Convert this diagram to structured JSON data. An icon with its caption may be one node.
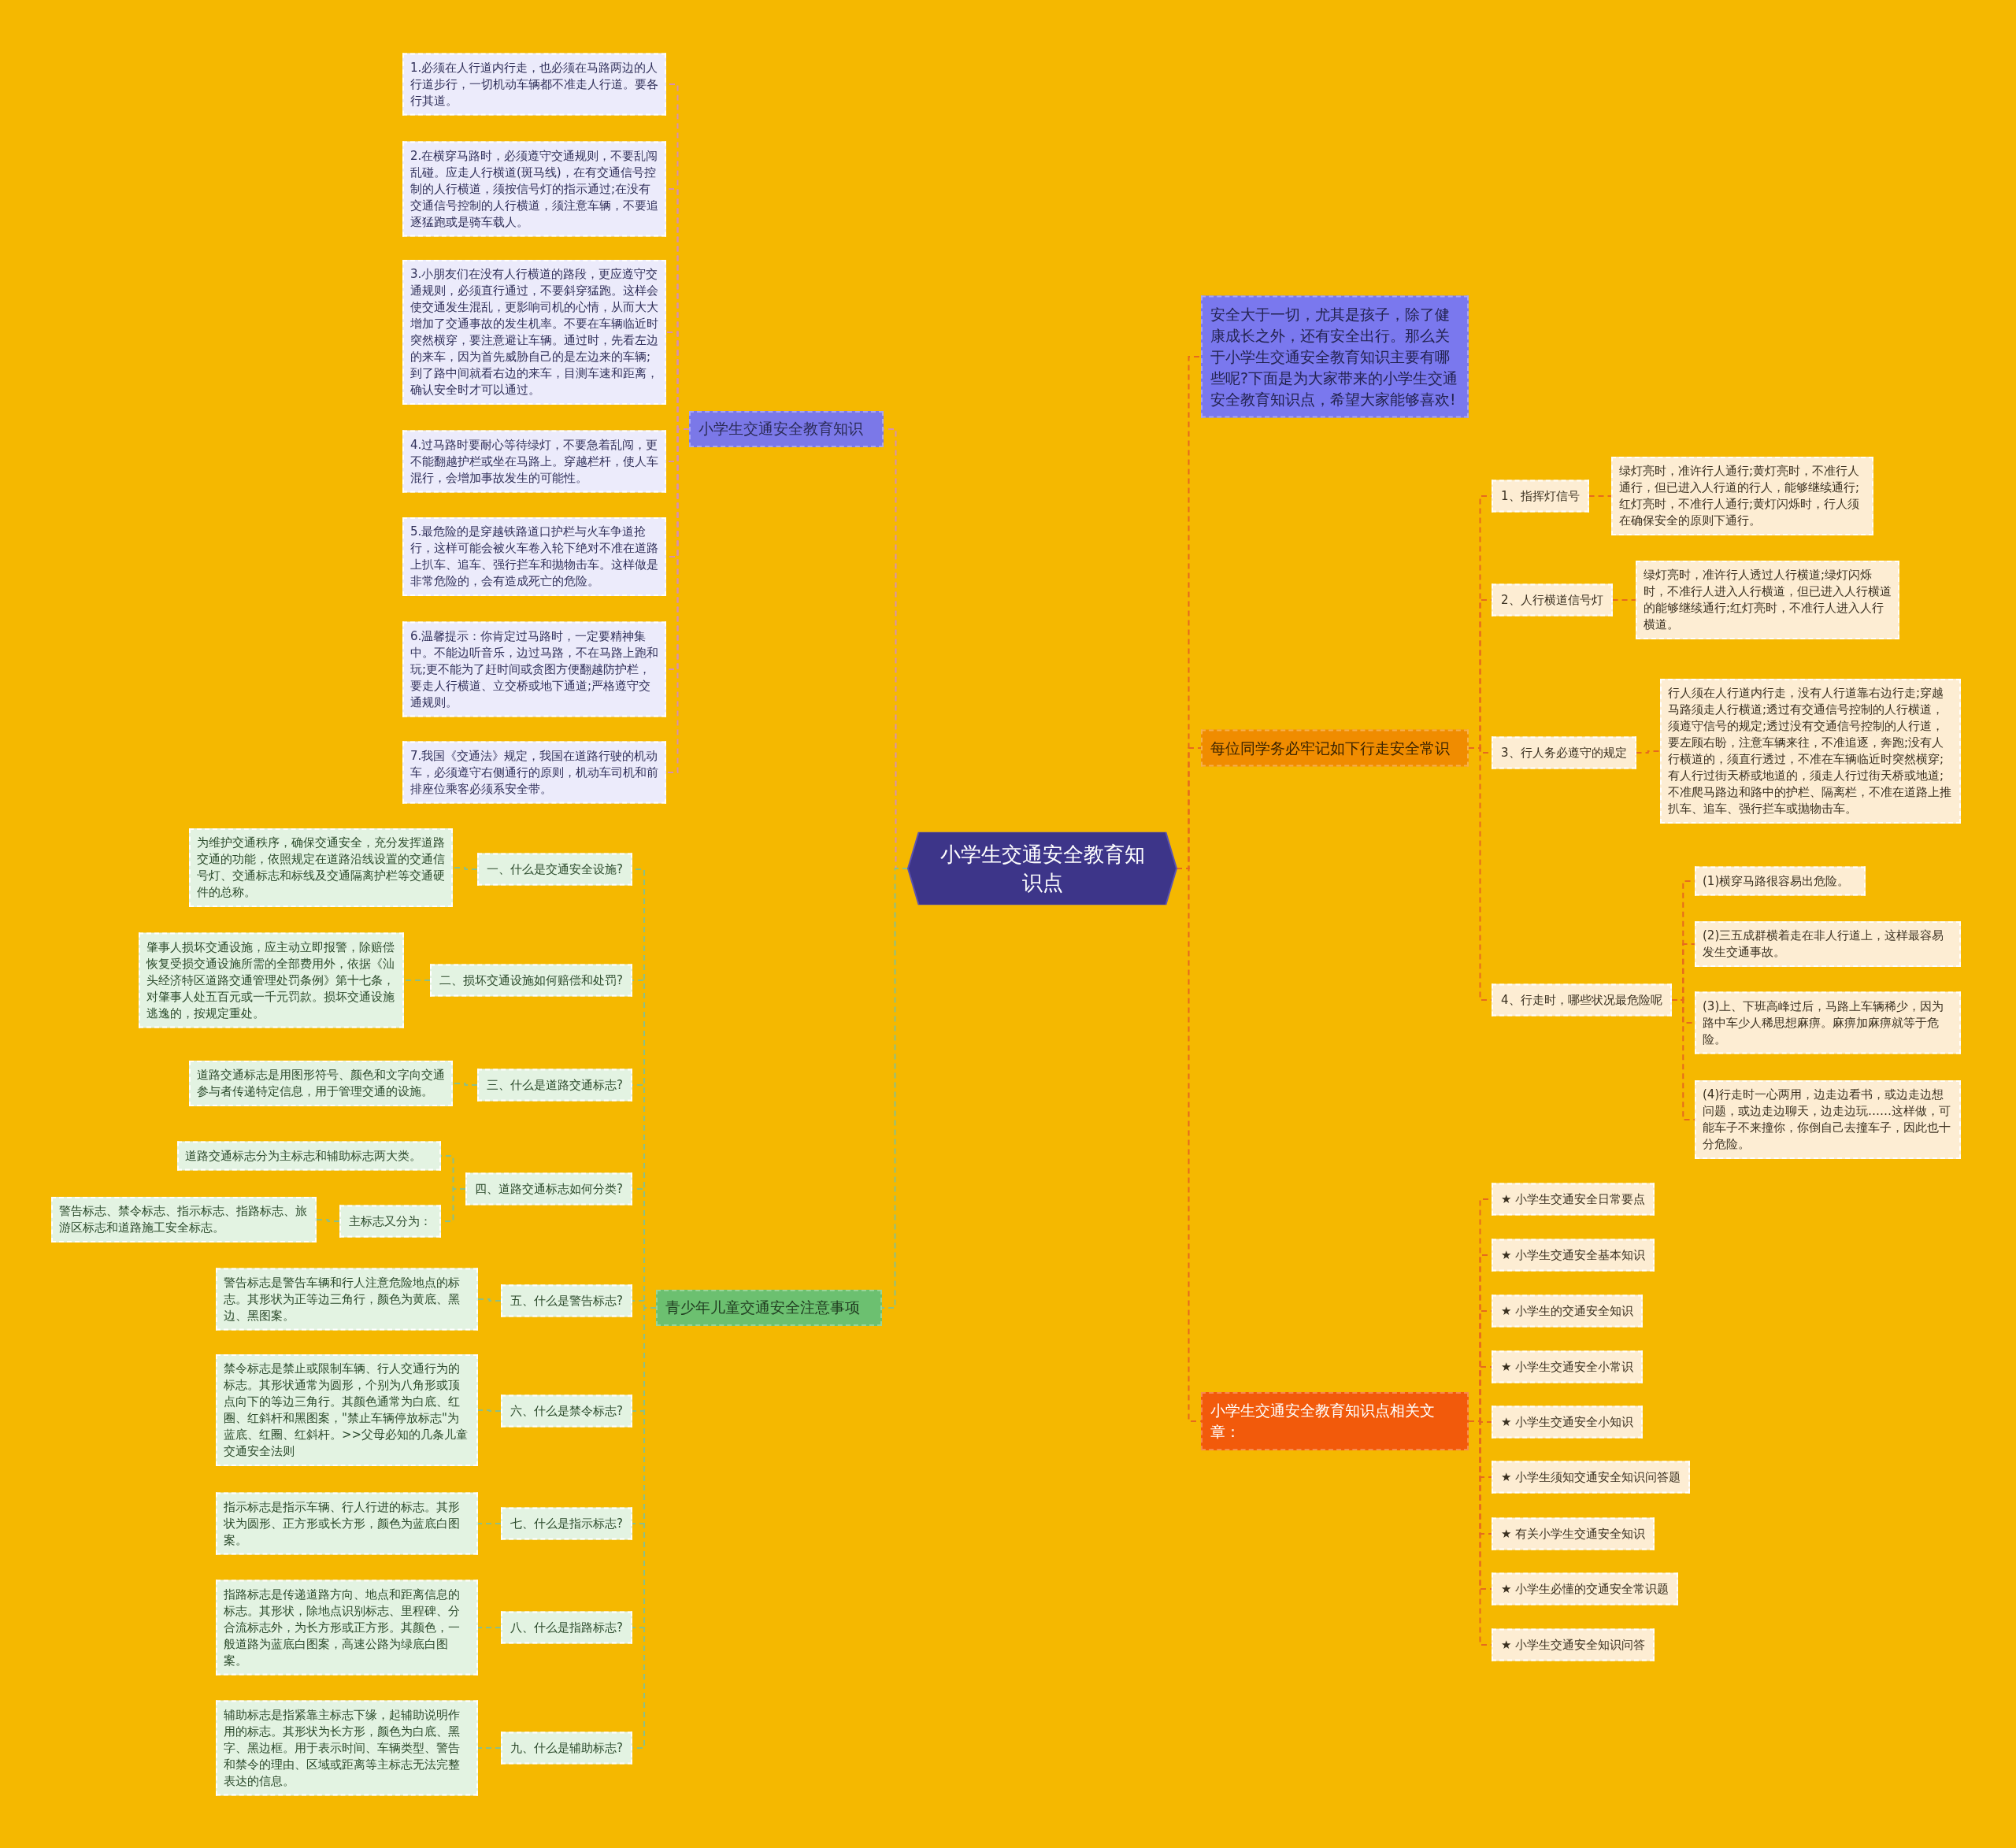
{
  "diagram": {
    "nodes": [
      {
        "text": [
          "小学生交通安全教育知识点"
        ]
      },
      {
        "text": [
          "小学生交通安全教育知识"
        ]
      },
      {
        "text": [
          "1.必须在人行道内行走，也必须在马路两边的人行道步行，一切机动车辆都不准走人行道。要各行其道。"
        ]
      },
      {
        "text": [
          "2.在横穿马路时，必须遵守交通规则，不要乱闯乱碰。应走人行横道(斑马线)，在有交通信号控制的人行横道，须按信号灯的指示通过;在没有交通信号控制的人行横道，须注意车辆，不要追逐猛跑或是骑车载人。"
        ]
      },
      {
        "text": [
          "3.小朋友们在没有人行横道的路段，更应遵守交通规则，必须直行通过，不要斜穿猛跑。这样会使交通发生混乱，更影响司机的心情，从而大大增加了交通事故的发生机率。不要在车辆临近时突然横穿，要注意避让车辆。通过时，先看左边的来车，因为首先威胁自己的是左边来的车辆;到了路中间就看右边的来车，目测车速和距离，确认安全时才可以通过。"
        ]
      },
      {
        "text": [
          "4.过马路时要耐心等待绿灯，不要急着乱闯，更不能翻越护栏或坐在马路上。穿越栏杆，使人车混行，会增加事故发生的可能性。"
        ]
      },
      {
        "text": [
          "5.最危险的是穿越铁路道口护栏与火车争道抢行，这样可能会被火车卷入轮下绝对不准在道路上扒车、追车、强行拦车和抛物击车。这样做是非常危险的，会有造成死亡的危险。"
        ]
      },
      {
        "text": [
          "6.温馨提示：你肯定过马路时，一定要精神集中。不能边听音乐，边过马路，不在马路上跑和玩;更不能为了赶时间或贪图方便翻越防护栏，要走人行横道、立交桥或地下通道;严格遵守交通规则。"
        ]
      },
      {
        "text": [
          "7.我国《交通法》规定，我国在道路行驶的机动车，必须遵守右侧通行的原则，机动车司机和前排座位乘客必须系安全带。"
        ]
      },
      {
        "text": [
          "青少年儿童交通安全注意事项"
        ]
      },
      {
        "text": [
          "一、什么是交通安全设施?"
        ]
      },
      {
        "text": [
          "为维护交通秩序，确保交通安全，充分发挥道路交通的功能，依照规定在道路沿线设置的交通信号灯、交通标志和标线及交通隔离护栏等交通硬件的总称。"
        ]
      },
      {
        "text": [
          "二、损坏交通设施如何赔偿和处罚?"
        ]
      },
      {
        "text": [
          "肇事人损坏交通设施，应主动立即报警，除赔偿恢复受损交通设施所需的全部费用外，依据《汕头经济特区道路交通管理处罚条例》第十七条，对肇事人处五百元或一千元罚款。损坏交通设施逃逸的，按规定重处。"
        ]
      },
      {
        "text": [
          "三、什么是道路交通标志?"
        ]
      },
      {
        "text": [
          "道路交通标志是用图形符号、颜色和文字向交通参与者传递特定信息，用于管理交通的设施。"
        ]
      },
      {
        "text": [
          "四、道路交通标志如何分类?"
        ]
      },
      {
        "text": [
          "道路交通标志分为主标志和辅助标志两大类。"
        ]
      },
      {
        "text": [
          "主标志又分为："
        ]
      },
      {
        "text": [
          "警告标志、禁令标志、指示标志、指路标志、旅游区标志和道路施工安全标志。"
        ]
      },
      {
        "text": [
          "五、什么是警告标志?"
        ]
      },
      {
        "text": [
          "警告标志是警告车辆和行人注意危险地点的标志。其形状为正等边三角行，颜色为黄底、黑边、黑图案。"
        ]
      },
      {
        "text": [
          "六、什么是禁令标志?"
        ]
      },
      {
        "text": [
          "禁令标志是禁止或限制车辆、行人交通行为的标志。其形状通常为圆形，个别为八角形或顶点向下的等边三角行。其颜色通常为白底、红圈、红斜杆和黑图案，\"禁止车辆停放标志\"为蓝底、红圈、红斜杆。>>父母必知的几条儿童交通安全法则"
        ]
      },
      {
        "text": [
          "七、什么是指示标志?"
        ]
      },
      {
        "text": [
          "指示标志是指示车辆、行人行进的标志。其形状为圆形、正方形或长方形，颜色为蓝底白图案。"
        ]
      },
      {
        "text": [
          "八、什么是指路标志?"
        ]
      },
      {
        "text": [
          "指路标志是传递道路方向、地点和距离信息的标志。其形状，除地点识别标志、里程碑、分合流标志外，为长方形或正方形。其颜色，一般道路为蓝底白图案，高速公路为绿底白图案。"
        ]
      },
      {
        "text": [
          "九、什么是辅助标志?"
        ]
      },
      {
        "text": [
          "辅助标志是指紧靠主标志下缘，起辅助说明作用的标志。其形状为长方形，颜色为白底、黑字、黑边框。用于表示时间、车辆类型、警告和禁令的理由、区域或距离等主标志无法完整表达的信息。"
        ]
      },
      {
        "text": [
          "安全大于一切，尤其是孩子，除了健康成长之外，还有安全出行。那么关于小学生交通安全教育知识主要有哪些呢?下面是为大家带来的小学生交通安全教育知识点，希望大家能够喜欢!"
        ]
      },
      {
        "text": [
          "每位同学务必牢记如下行走安全常识"
        ]
      },
      {
        "text": [
          "1、指挥灯信号"
        ]
      },
      {
        "text": [
          "绿灯亮时，准许行人通行;黄灯亮时，不准行人通行，但已进入人行道的行人，能够继续通行;红灯亮时，不准行人通行;黄灯闪烁时，行人须在确保安全的原则下通行。"
        ]
      },
      {
        "text": [
          "2、人行横道信号灯"
        ]
      },
      {
        "text": [
          "绿灯亮时，准许行人透过人行横道;绿灯闪烁时，不准行人进入人行横道，但已进入人行横道的能够继续通行;红灯亮时，不准行人进入人行横道。"
        ]
      },
      {
        "text": [
          "3、行人务必遵守的规定"
        ]
      },
      {
        "text": [
          "行人须在人行道内行走，没有人行道靠右边行走;穿越马路须走人行横道;透过有交通信号控制的人行横道，须遵守信号的规定;透过没有交通信号控制的人行道，要左顾右盼，注意车辆来往，不准追逐，奔跑;没有人行横道的，须直行透过，不准在车辆临近时突然横穿;有人行过街天桥或地道的，须走人行过街天桥或地道;不准爬马路边和路中的护栏、隔离栏，不准在道路上推扒车、追车、强行拦车或抛物击车。"
        ]
      },
      {
        "text": [
          "4、行走时，哪些状况最危险呢"
        ]
      },
      {
        "text": [
          "(1)横穿马路很容易出危险。"
        ]
      },
      {
        "text": [
          "(2)三五成群横着走在非人行道上，这样最容易发生交通事故。"
        ]
      },
      {
        "text": [
          "(3)上、下班高峰过后，马路上车辆稀少，因为路中车少人稀思想麻痹。麻痹加麻痹就等于危险。"
        ]
      },
      {
        "text": [
          "(4)行走时一心两用，边走边看书，或边走边想问题，或边走边聊天，边走边玩……这样做，可能车子不来撞你，你倒自己去撞车子，因此也十分危险。"
        ]
      },
      {
        "text": [
          "小学生交通安全教育知识点相关文章："
        ]
      },
      {
        "text": [
          "★ 小学生交通安全日常要点"
        ]
      },
      {
        "text": [
          "★ 小学生交通安全基本知识"
        ]
      },
      {
        "text": [
          "★ 小学生的交通安全知识"
        ]
      },
      {
        "text": [
          "★ 小学生交通安全小常识"
        ]
      },
      {
        "text": [
          "★ 小学生交通安全小知识"
        ]
      },
      {
        "text": [
          "★ 小学生须知交通安全知识问答题"
        ]
      },
      {
        "text": [
          "★ 有关小学生交通安全知识"
        ]
      },
      {
        "text": [
          "★ 小学生必懂的交通安全常识题"
        ]
      },
      {
        "text": [
          "★ 小学生交通安全知识问答"
        ]
      }
    ],
    "edges": [
      {
        "from": 0,
        "to": 1,
        "arrow": "none",
        "color": "#d88fb0"
      },
      {
        "from": 1,
        "to": 2,
        "arrow": "none",
        "color": "#d88fb0"
      },
      {
        "from": 1,
        "to": 3,
        "arrow": "none",
        "color": "#d88fb0"
      },
      {
        "from": 1,
        "to": 4,
        "arrow": "none",
        "color": "#d88fb0"
      },
      {
        "from": 1,
        "to": 5,
        "arrow": "none",
        "color": "#d88fb0"
      },
      {
        "from": 1,
        "to": 6,
        "arrow": "none",
        "color": "#d88fb0"
      },
      {
        "from": 1,
        "to": 7,
        "arrow": "none",
        "color": "#d88fb0"
      },
      {
        "from": 1,
        "to": 8,
        "arrow": "none",
        "color": "#d88fb0"
      },
      {
        "from": 0,
        "to": 9,
        "arrow": "none",
        "color": "#8cbf86"
      },
      {
        "from": 9,
        "to": 10,
        "arrow": "none",
        "color": "#8cbf86"
      },
      {
        "from": 10,
        "to": 11,
        "arrow": "none",
        "color": "#8cbf86"
      },
      {
        "from": 9,
        "to": 12,
        "arrow": "none",
        "color": "#8cbf86"
      },
      {
        "from": 12,
        "to": 13,
        "arrow": "none",
        "color": "#8cbf86"
      },
      {
        "from": 9,
        "to": 14,
        "arrow": "none",
        "color": "#8cbf86"
      },
      {
        "from": 14,
        "to": 15,
        "arrow": "none",
        "color": "#8cbf86"
      },
      {
        "from": 9,
        "to": 16,
        "arrow": "none",
        "color": "#8cbf86"
      },
      {
        "from": 16,
        "to": 17,
        "arrow": "none",
        "color": "#8cbf86"
      },
      {
        "from": 16,
        "to": 18,
        "arrow": "none",
        "color": "#8cbf86"
      },
      {
        "from": 18,
        "to": 19,
        "arrow": "none",
        "color": "#8cbf86"
      },
      {
        "from": 9,
        "to": 20,
        "arrow": "none",
        "color": "#8cbf86"
      },
      {
        "from": 20,
        "to": 21,
        "arrow": "none",
        "color": "#8cbf86"
      },
      {
        "from": 9,
        "to": 22,
        "arrow": "none",
        "color": "#8cbf86"
      },
      {
        "from": 22,
        "to": 23,
        "arrow": "none",
        "color": "#8cbf86"
      },
      {
        "from": 9,
        "to": 24,
        "arrow": "none",
        "color": "#8cbf86"
      },
      {
        "from": 24,
        "to": 25,
        "arrow": "none",
        "color": "#8cbf86"
      },
      {
        "from": 9,
        "to": 26,
        "arrow": "none",
        "color": "#8cbf86"
      },
      {
        "from": 26,
        "to": 27,
        "arrow": "none",
        "color": "#8cbf86"
      },
      {
        "from": 9,
        "to": 28,
        "arrow": "none",
        "color": "#8cbf86"
      },
      {
        "from": 28,
        "to": 29,
        "arrow": "none",
        "color": "#8cbf86"
      },
      {
        "from": 0,
        "to": 30,
        "arrow": "none"
      },
      {
        "from": 0,
        "to": 31,
        "arrow": "none"
      },
      {
        "from": 31,
        "to": 32,
        "arrow": "none"
      },
      {
        "from": 32,
        "to": 33,
        "arrow": "none"
      },
      {
        "from": 31,
        "to": 34,
        "arrow": "none"
      },
      {
        "from": 34,
        "to": 35,
        "arrow": "none"
      },
      {
        "from": 31,
        "to": 36,
        "arrow": "none"
      },
      {
        "from": 36,
        "to": 37,
        "arrow": "none"
      },
      {
        "from": 31,
        "to": 38,
        "arrow": "none"
      },
      {
        "from": 38,
        "to": 39,
        "arrow": "none"
      },
      {
        "from": 38,
        "to": 40,
        "arrow": "none"
      },
      {
        "from": 38,
        "to": 41,
        "arrow": "none"
      },
      {
        "from": 38,
        "to": 42,
        "arrow": "none"
      },
      {
        "from": 0,
        "to": 43,
        "arrow": "none"
      },
      {
        "from": 43,
        "to": 44,
        "arrow": "none"
      },
      {
        "from": 43,
        "to": 45,
        "arrow": "none"
      },
      {
        "from": 43,
        "to": 46,
        "arrow": "none"
      },
      {
        "from": 43,
        "to": 47,
        "arrow": "none"
      },
      {
        "from": 43,
        "to": 48,
        "arrow": "none"
      },
      {
        "from": 43,
        "to": 49,
        "arrow": "none"
      },
      {
        "from": 43,
        "to": 50,
        "arrow": "none"
      },
      {
        "from": 43,
        "to": 51,
        "arrow": "none"
      },
      {
        "from": 43,
        "to": 52,
        "arrow": "none"
      }
    ]
  }
}
